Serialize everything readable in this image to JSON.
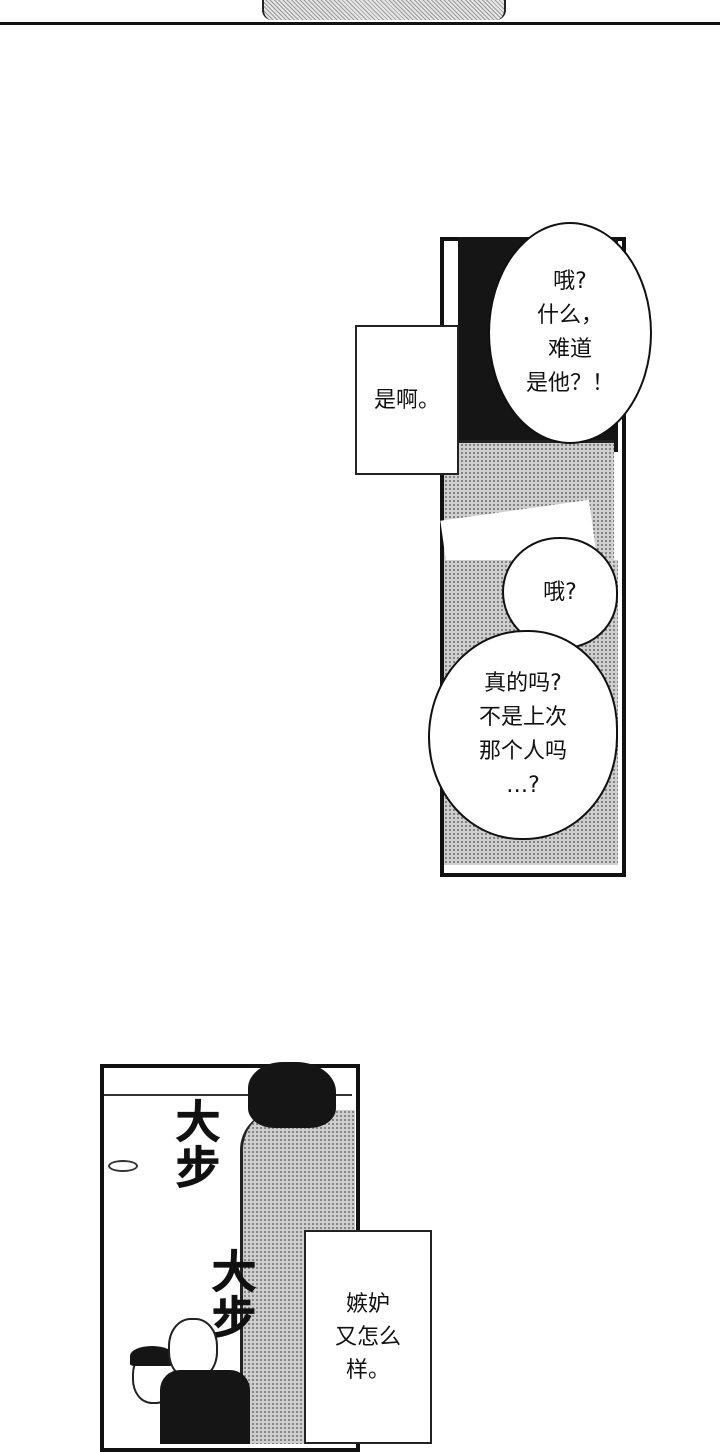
{
  "panel1": {
    "narration": "是啊。",
    "bubble_top": "哦?\n什么，\n难道\n是他？！",
    "bubble_mid": "哦?",
    "bubble_bottom": "真的吗?\n不是上次\n那个人吗\n…?"
  },
  "panel2": {
    "sfx_1": "大\n步",
    "sfx_2": "大\n步",
    "narration": "嫉妒\n又怎么\n样。"
  }
}
